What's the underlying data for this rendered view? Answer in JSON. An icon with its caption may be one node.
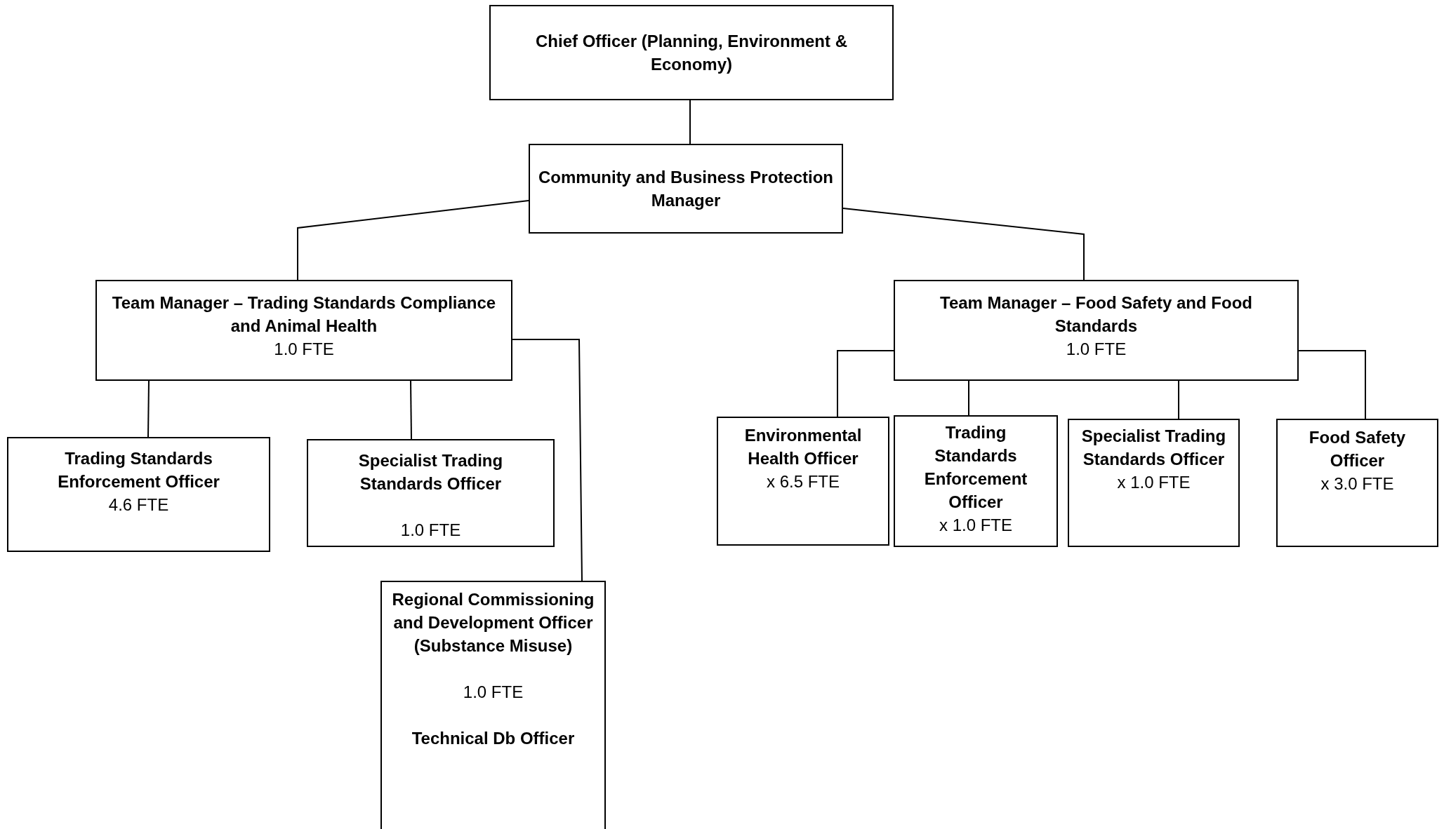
{
  "diagram": {
    "nodes": [
      {
        "text": [
          "Chief Officer (Planning, Environment & Economy)"
        ]
      },
      {
        "text": [
          "Community and Business Protection Manager"
        ]
      },
      {
        "text": [
          "Team Manager – Trading Standards Compliance and Animal Health",
          "1.0 FTE"
        ]
      },
      {
        "text": [
          "Team Manager – Food Safety and Food Standards",
          "1.0 FTE"
        ]
      },
      {
        "text": [
          "Trading Standards Enforcement Officer",
          "4.6 FTE"
        ]
      },
      {
        "text": [
          "Specialist Trading Standards Officer",
          "1.0 FTE"
        ]
      },
      {
        "text": [
          "Regional Commissioning and Development Officer (Substance Misuse)",
          "1.0 FTE",
          "Technical Db Officer"
        ]
      },
      {
        "text": [
          "Environmental Health Officer",
          "x 6.5 FTE"
        ]
      },
      {
        "text": [
          "Trading Standards Enforcement Officer",
          "x 1.0 FTE"
        ]
      },
      {
        "text": [
          "Specialist Trading Standards Officer",
          "x 1.0 FTE"
        ]
      },
      {
        "text": [
          "Food Safety Officer",
          "x 3.0 FTE"
        ]
      }
    ],
    "edges": [
      {
        "from": 0,
        "to": 1,
        "arrow": "none"
      },
      {
        "from": 1,
        "to": 2,
        "arrow": "none"
      },
      {
        "from": 1,
        "to": 3,
        "arrow": "none"
      },
      {
        "from": 2,
        "to": 4,
        "arrow": "none"
      },
      {
        "from": 2,
        "to": 5,
        "arrow": "none"
      },
      {
        "from": 2,
        "to": 6,
        "arrow": "none"
      },
      {
        "from": 3,
        "to": 7,
        "arrow": "none"
      },
      {
        "from": 3,
        "to": 8,
        "arrow": "none"
      },
      {
        "from": 3,
        "to": 9,
        "arrow": "none"
      },
      {
        "from": 3,
        "to": 10,
        "arrow": "none"
      }
    ]
  }
}
